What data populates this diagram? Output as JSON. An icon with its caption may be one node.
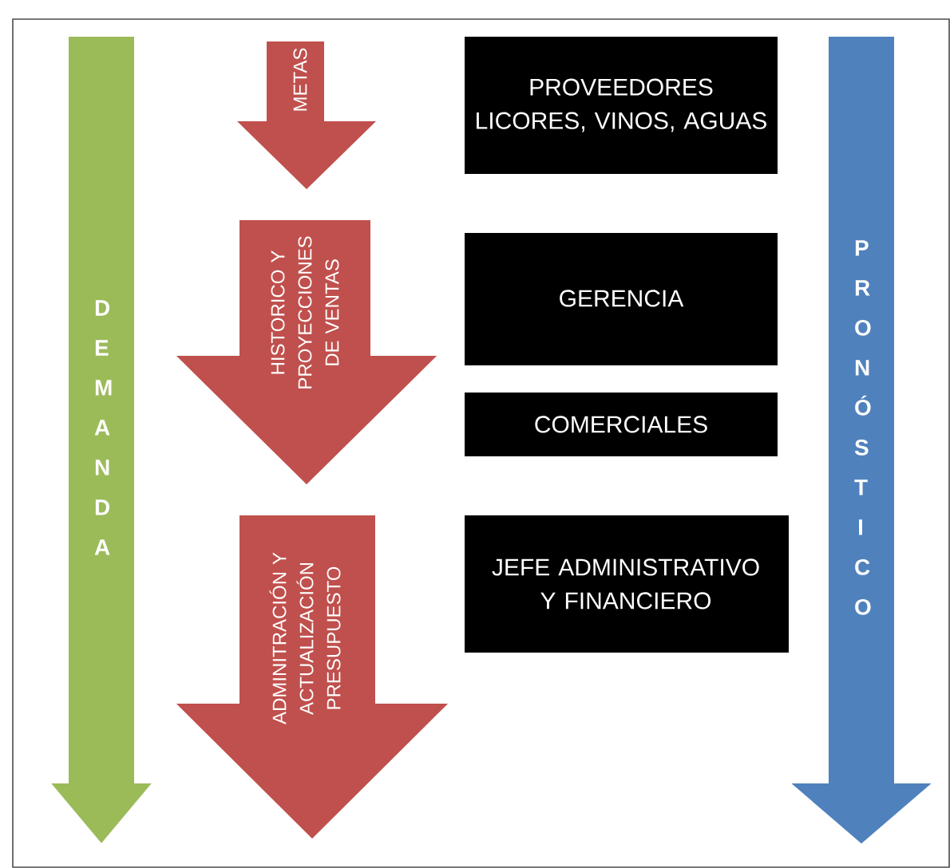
{
  "diagram": {
    "nodes": [
      {
        "text": [
          "DEMANDA"
        ]
      },
      {
        "text": [
          "METAS"
        ]
      },
      {
        "text": [
          "PROVEEDORES LICORES, VINOS, AGUAS"
        ]
      },
      {
        "text": [
          "HISTORICO Y PROYECCIONES DE VENTAS"
        ]
      },
      {
        "text": [
          "GERENCIA"
        ]
      },
      {
        "text": [
          "COMERCIALES"
        ]
      },
      {
        "text": [
          "ADMINITRACIÓN Y ACTUALIZACIÓN PRESUPUESTO"
        ]
      },
      {
        "text": [
          "JEFE ADMINISTRATIVO Y FINANCIERO"
        ]
      },
      {
        "text": [
          "PRONÓSTICO"
        ]
      }
    ]
  }
}
